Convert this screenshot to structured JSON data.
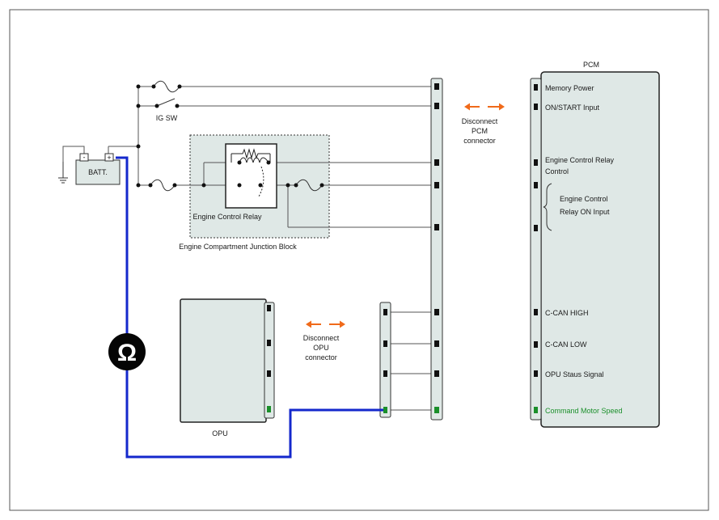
{
  "colors": {
    "connector_fill": "#dfe8e6",
    "measure_wire": "#1428cc",
    "arrow": "#f06a1a",
    "highlight_pin": "#1a8f2a",
    "wire": "#555555"
  },
  "labels": {
    "pcm_title": "PCM",
    "batt": "BATT.",
    "batt_minus": "-",
    "batt_plus": "+",
    "ig_sw": "IG SW",
    "engine_control_relay": "Engine Control Relay",
    "junction_block": "Engine Compartment Junction Block",
    "opu": "OPU",
    "ohm_symbol": "Ω"
  },
  "disconnect_pcm": [
    "Disconnect",
    "PCM",
    "connector"
  ],
  "disconnect_opu": [
    "Disconnect",
    "OPU",
    "connector"
  ],
  "pcm_pins": {
    "memory_power": "Memory Power",
    "on_start_input": "ON/START Input",
    "ecr_control_line1": "Engine Control Relay",
    "ecr_control_line2": "Control",
    "ecr_on_input_line1": "Engine Control",
    "ecr_on_input_line2": "Relay ON Input",
    "c_can_high": "C-CAN HIGH",
    "c_can_low": "C-CAN LOW",
    "opu_status": "OPU Staus Signal",
    "command_motor_speed": "Command Motor Speed"
  },
  "icons": {
    "ohmmeter": "ohm-meter-icon",
    "ground": "ground-icon",
    "arrows": "double-arrow-icon"
  }
}
